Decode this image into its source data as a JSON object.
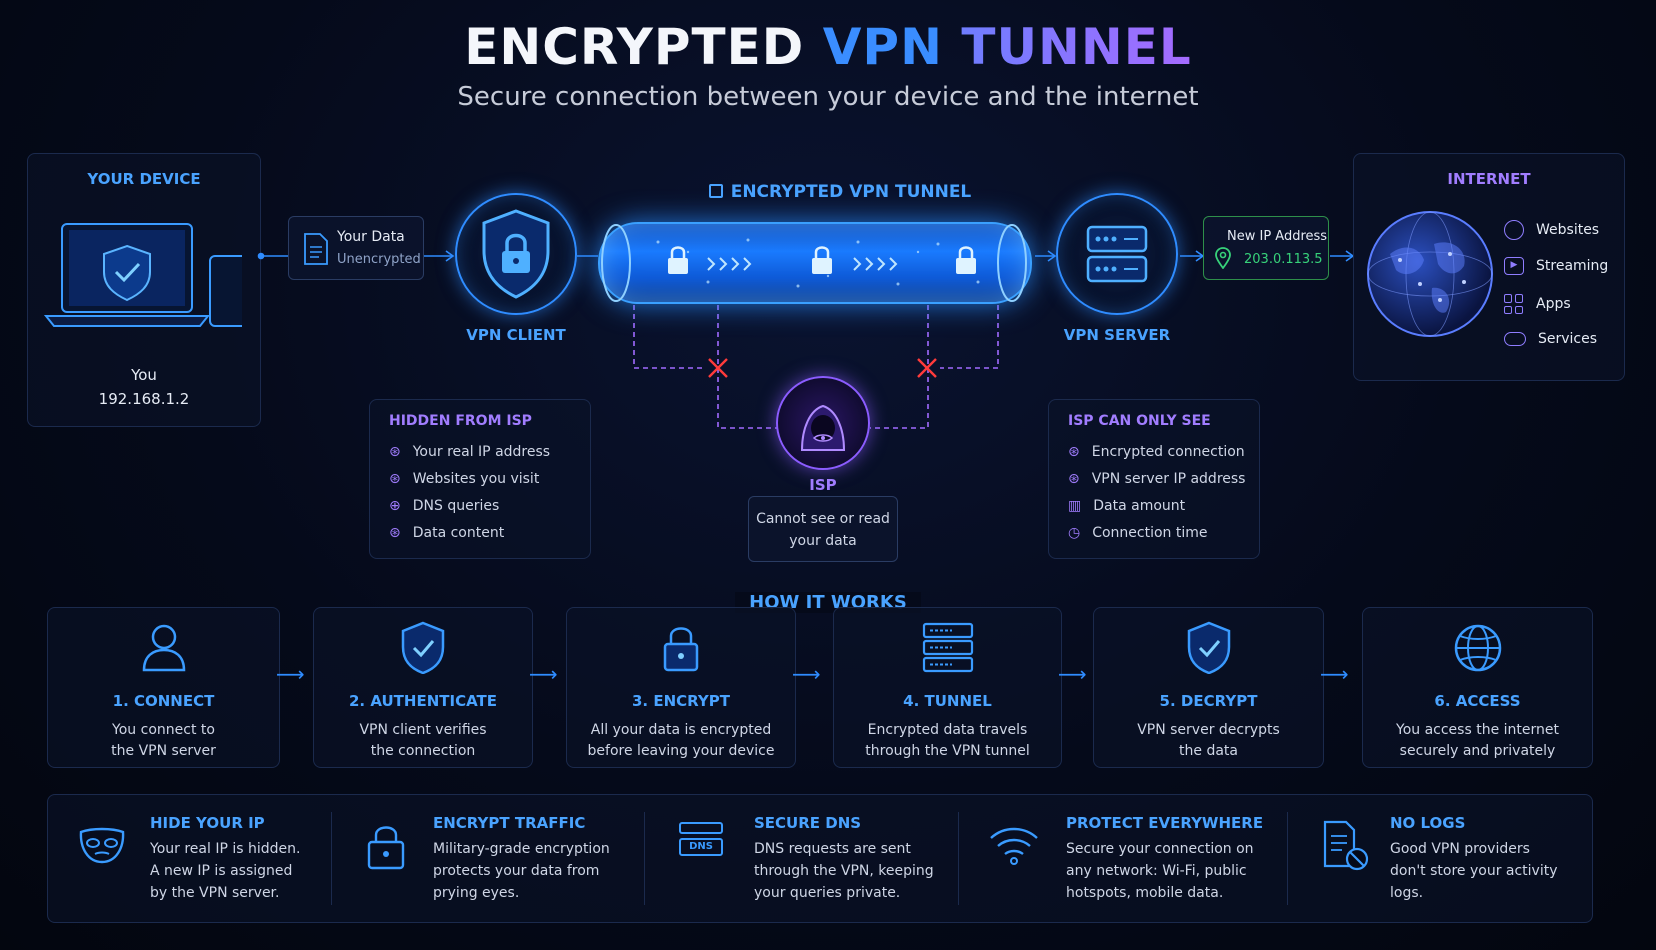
{
  "title": {
    "part1": "ENCRYPTED",
    "part2": "VPN",
    "part3": "TUNNEL"
  },
  "subtitle": "Secure connection between your device and the internet",
  "device": {
    "label": "YOUR DEVICE",
    "name": "You",
    "ip": "192.168.1.2"
  },
  "data_box": {
    "title": "Your Data",
    "status": "Unencrypted"
  },
  "vpn_client": {
    "label": "VPN CLIENT"
  },
  "tunnel": {
    "label": "ENCRYPTED VPN TUNNEL"
  },
  "vpn_server": {
    "label": "VPN SERVER"
  },
  "new_ip": {
    "title": "New IP Address",
    "value": "203.0.113.5"
  },
  "internet": {
    "label": "INTERNET",
    "items": [
      {
        "label": "Websites",
        "icon": "globe-icon"
      },
      {
        "label": "Streaming",
        "icon": "play-icon"
      },
      {
        "label": "Apps",
        "icon": "apps-grid-icon"
      },
      {
        "label": "Services",
        "icon": "cloud-icon"
      }
    ]
  },
  "isp": {
    "label": "ISP",
    "note_line1": "Cannot see or read",
    "note_line2": "your data"
  },
  "hidden_from_isp": {
    "title": "HIDDEN FROM ISP",
    "items": [
      "Your real IP address",
      "Websites you visit",
      "DNS queries",
      "Data content"
    ]
  },
  "isp_can_see": {
    "title": "ISP CAN ONLY SEE",
    "items": [
      "Encrypted connection",
      "VPN server IP address",
      "Data amount",
      "Connection time"
    ]
  },
  "how_it_works": {
    "title": "HOW IT WORKS",
    "steps": [
      {
        "name": "1. CONNECT",
        "line1": "You connect to",
        "line2": "the VPN server",
        "icon": "user-icon"
      },
      {
        "name": "2. AUTHENTICATE",
        "line1": "VPN client verifies",
        "line2": "the connection",
        "icon": "shield-check-icon"
      },
      {
        "name": "3. ENCRYPT",
        "line1": "All your data is encrypted",
        "line2": "before leaving your device",
        "icon": "lock-icon"
      },
      {
        "name": "4. TUNNEL",
        "line1": "Encrypted data travels",
        "line2": "through the VPN tunnel",
        "icon": "server-stack-icon"
      },
      {
        "name": "5. DECRYPT",
        "line1": "VPN server decrypts",
        "line2": "the data",
        "icon": "shield-check-icon"
      },
      {
        "name": "6. ACCESS",
        "line1": "You access the internet",
        "line2": "securely and privately",
        "icon": "globe-icon"
      }
    ]
  },
  "features": [
    {
      "title": "HIDE YOUR IP",
      "lines": [
        "Your real IP is hidden.",
        "A new IP is assigned",
        "by the VPN server."
      ],
      "icon": "mask-icon"
    },
    {
      "title": "ENCRYPT TRAFFIC",
      "lines": [
        "Military-grade encryption",
        "protects your data from",
        "prying eyes."
      ],
      "icon": "lock-icon"
    },
    {
      "title": "SECURE DNS",
      "lines": [
        "DNS requests are sent",
        "through the VPN, keeping",
        "your queries private."
      ],
      "icon": "dns-server-icon",
      "icon_text": "DNS"
    },
    {
      "title": "PROTECT EVERYWHERE",
      "lines": [
        "Secure your connection on",
        "any network: Wi-Fi, public",
        "hotspots, mobile data."
      ],
      "icon": "wifi-icon"
    },
    {
      "title": "NO LOGS",
      "lines": [
        "Good VPN providers",
        "don't store your activity",
        "logs."
      ],
      "icon": "no-logs-document-icon"
    }
  ]
}
